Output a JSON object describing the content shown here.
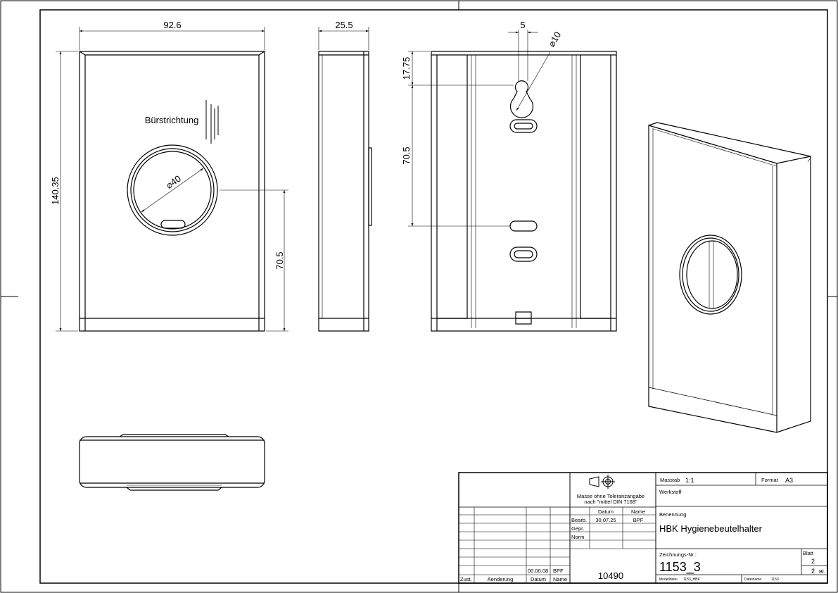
{
  "views": {
    "front": {
      "width": "92.6",
      "height": "140.35",
      "hole_diameter": "⌀40",
      "hole_height": "70.5",
      "brush_direction": "Bürstrichtung"
    },
    "side": {
      "depth": "25.5"
    },
    "back": {
      "slot_width": "5",
      "hole_diameter": "⌀10",
      "top_offset": "17.75",
      "slot_spacing": "70.5"
    }
  },
  "title_block": {
    "tolerance_note_1": "Masse ohne Toleranzangabe",
    "tolerance_note_2": "nach \"mittel DIN 7168\"",
    "hdr_datum": "Datum",
    "hdr_name": "Name",
    "row_bearb_label": "Bearb.",
    "row_bearb_date": "30.07.25",
    "row_bearb_name": "BPF",
    "row_gepr_label": "Gepr.",
    "row_norm_label": "Norm",
    "rev_date": "00.00.08",
    "rev_name": "BPF",
    "col_zust": "Zust.",
    "col_aenderung": "Aenderung",
    "col_datum": "Datum",
    "col_name": "Name",
    "drawing_id": "10490",
    "masstab_label": "Masstab",
    "masstab_value": "1:1",
    "format_label": "Format",
    "format_value": "A3",
    "werkstoff_label": "Werkstoff",
    "benennung_label": "Benennung",
    "benennung_value": "HBK Hygienebeutelhalter",
    "zeichnungs_label": "Zeichnungs-Nr.:",
    "zeichnungs_value": "1153_3",
    "blatt_label": "Blatt",
    "blatt_value": "2",
    "blatt_total": "2",
    "blatt_unit": "Bl.",
    "modelldatei_label": "Modelldatei",
    "modelldatei_value": "1153_HBK",
    "dateiname_label": "Dateiname",
    "dateiname_value": "1153"
  }
}
